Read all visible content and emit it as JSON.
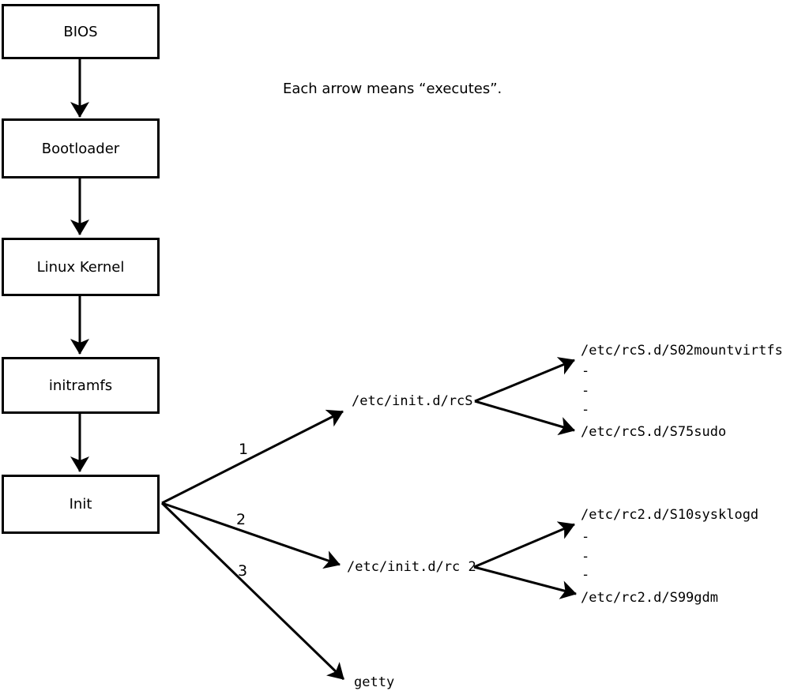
{
  "caption": "Each arrow means “executes”.",
  "flow": [
    {
      "label": "BIOS"
    },
    {
      "label": "Bootloader"
    },
    {
      "label": "Linux Kernel"
    },
    {
      "label": "initramfs"
    },
    {
      "label": "Init"
    }
  ],
  "init_children": [
    {
      "order": "1",
      "label": "/etc/init.d/rcS"
    },
    {
      "order": "2",
      "label": "/etc/init.d/rc 2"
    },
    {
      "order": "3",
      "label": "getty"
    }
  ],
  "rcs_scripts": {
    "first": "/etc/rcS.d/S02mountvirtfs",
    "last": "/etc/rcS.d/S75sudo"
  },
  "rc2_scripts": {
    "first": "/etc/rc2.d/S10sysklogd",
    "last": "/etc/rc2.d/S99gdm"
  },
  "ellipsis": "-",
  "colors": {
    "line": "#000000",
    "background": "#ffffff"
  }
}
